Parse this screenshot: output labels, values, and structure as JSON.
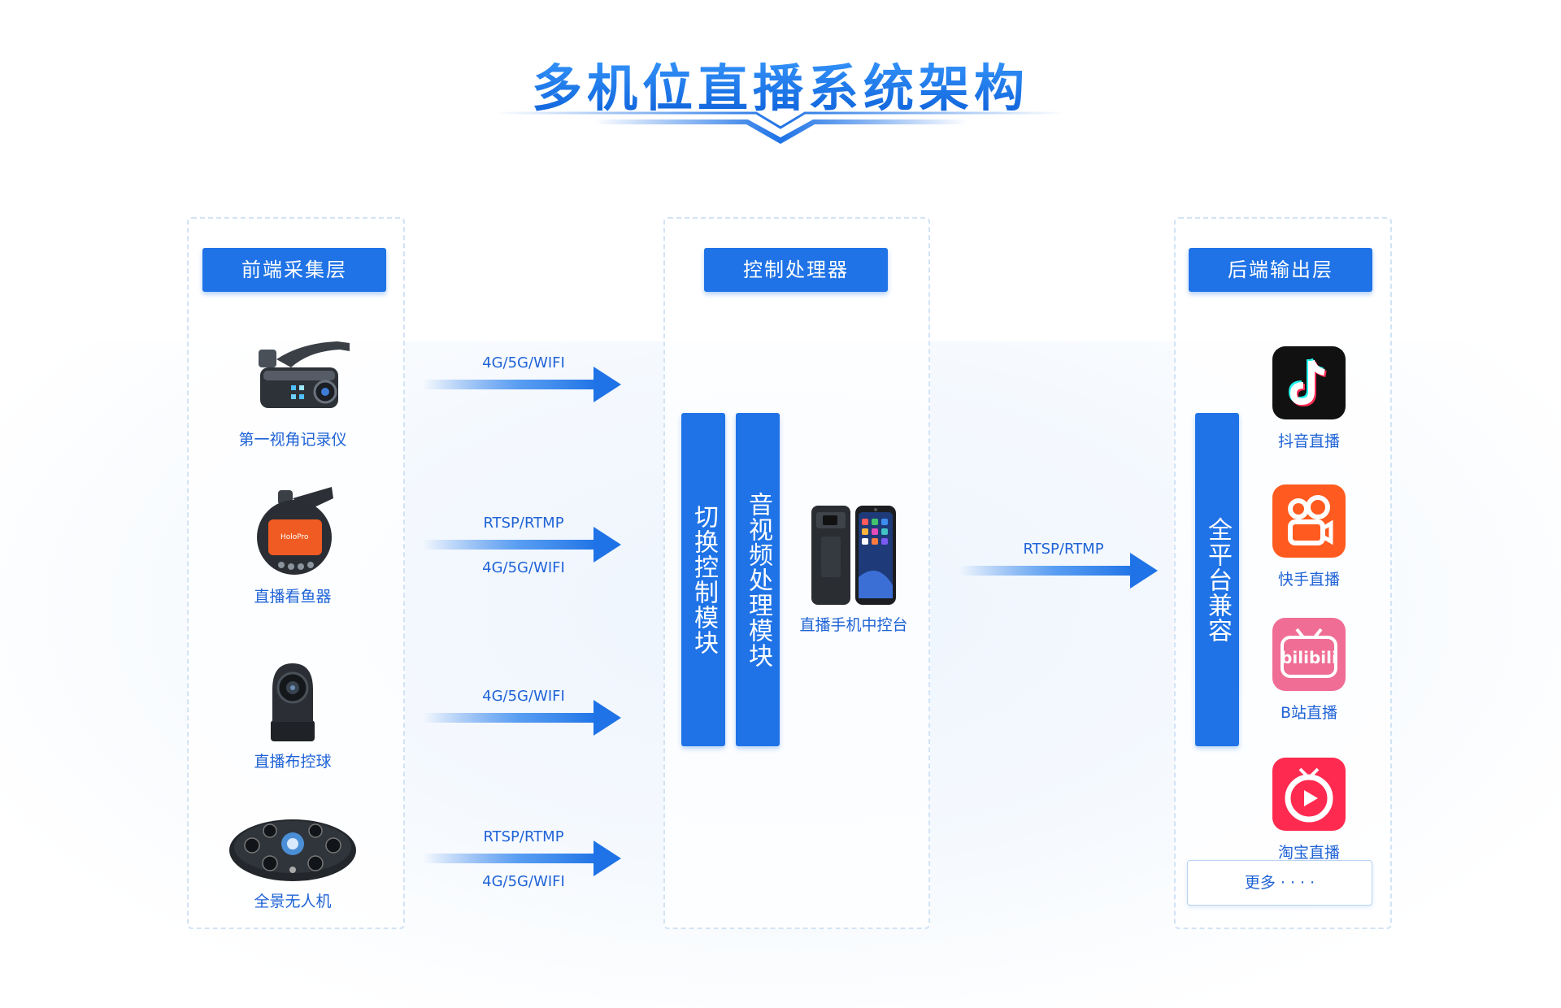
{
  "title": "多机位直播系统架构",
  "colors": {
    "accent": "#1f73e6",
    "text_blue": "#1f63d6",
    "panel_border": "#d2e3f5"
  },
  "front": {
    "header": "前端采集层",
    "devices": [
      {
        "label": "第一视角记录仪",
        "icon": "body-camera-icon"
      },
      {
        "label": "直播看鱼器",
        "icon": "fish-camera-icon"
      },
      {
        "label": "直播布控球",
        "icon": "ptz-dome-camera-icon"
      },
      {
        "label": "全景无人机",
        "icon": "panoramic-drone-icon"
      }
    ]
  },
  "links_in": [
    {
      "top": "4G/5G/WIFI",
      "bottom": ""
    },
    {
      "top": "RTSP/RTMP",
      "bottom": "4G/5G/WIFI"
    },
    {
      "top": "4G/5G/WIFI",
      "bottom": ""
    },
    {
      "top": "RTSP/RTMP",
      "bottom": "4G/5G/WIFI"
    }
  ],
  "processor": {
    "header": "控制处理器",
    "modules": [
      "切换控制模块",
      "音视频处理模块"
    ],
    "console_label": "直播手机中控台"
  },
  "link_out": {
    "label": "RTSP/RTMP"
  },
  "back": {
    "header": "后端输出层",
    "compat": "全平台兼容",
    "platforms": [
      {
        "label": "抖音直播",
        "icon": "douyin-icon",
        "color": "#111111"
      },
      {
        "label": "快手直播",
        "icon": "kuaishou-icon",
        "color": "#ff5a1f"
      },
      {
        "label": "B站直播",
        "icon": "bilibili-icon",
        "color": "#f06d95"
      },
      {
        "label": "淘宝直播",
        "icon": "taobao-live-icon",
        "color": "#ff2a4f"
      }
    ],
    "more": "更多 · · · ·"
  }
}
